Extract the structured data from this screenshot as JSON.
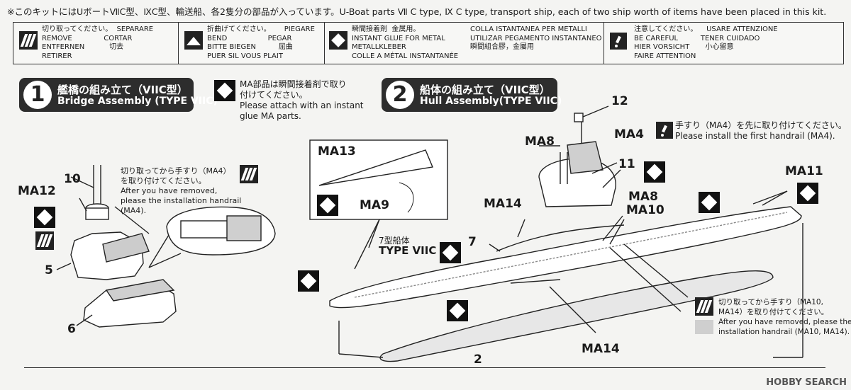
{
  "header": {
    "notice": "※このキットにはUボートⅦC型、ⅨC型、輸送船、各2隻分の部品が入っています。U-Boat parts Ⅶ C type, Ⅸ C type, transport ship, each of two ship worth of items have been placed in this kit."
  },
  "legend": {
    "remove": {
      "text": "切り取ってください。  SEPARARE\nREMOVE              CORTAR\nENTFERNEN           切去\nRETIRER",
      "icon": "knife-icon"
    },
    "bend": {
      "text": "折曲げてください。      PIEGARE\nBEND                  PEGAR\nBITTE BIEGEN          屈曲\nPUER SIL VOUS PLAIT",
      "icon": "bend-icon"
    },
    "glue": {
      "text": "瞬間接着剤  金属用。\nINSTANT GLUE FOR METAL\nMETALLKLEBER\nCOLLE A MÉTAL INSTANTANÉE",
      "icon": "glue-icon"
    },
    "glue2": {
      "text": "COLLA ISTANTANEA PER METALLI\nUTILIZAR PEGAMENTO INSTANTANEO\n瞬間組合膠，金屬用",
      "icon": ""
    },
    "caution": {
      "text": "注意してください。    USARE ATTENZIONE\nBE CAREFUL          TENER CUIDADO\nHIER VORSICHT       小心留意\nFAIRE ATTENTION",
      "icon": "caution-icon"
    }
  },
  "step1": {
    "number": "1",
    "title_jp": "艦橋の組み立て（VIIC型）",
    "title_en": "Bridge Assembly (TYPE VIIC)",
    "ma_note": "MA部品は瞬間接着剤で取り\n付けてください。\nPlease attach with an instant\nglue MA parts.",
    "remove_note": "切り取ってから手すり（MA4）\nを取り付けてください。\nAfter you have removed,\nplease the installation handrail\n(MA4).",
    "labels": {
      "p10": "10",
      "ma12": "MA12",
      "p5": "5",
      "p6": "6"
    }
  },
  "step2": {
    "number": "2",
    "title_jp": "船体の組み立て（VIIC型）",
    "title_en": "Hull Assembly(TYPE VIIC)",
    "handrail_note": "手すり（MA4）を先に取り付けてください。\nPlease install the first handrail (MA4).",
    "remove_note": "切り取ってから手すり（MA10,\nMA14）を取り付けてください。\nAfter you have removed, please the\ninstallation handrail (MA10, MA14).",
    "type_jp": "7型船体",
    "type_en": "TYPE VIIC",
    "labels": {
      "p12": "12",
      "ma4": "MA4",
      "ma8a": "MA8",
      "p11": "11",
      "ma11": "MA11",
      "ma8b": "MA8",
      "ma10": "MA10",
      "ma14a": "MA14",
      "p7": "7",
      "ma13": "MA13",
      "ma9": "MA9",
      "ma14b": "MA14",
      "p2": "2"
    }
  },
  "watermark": "HOBBY SEARCH"
}
